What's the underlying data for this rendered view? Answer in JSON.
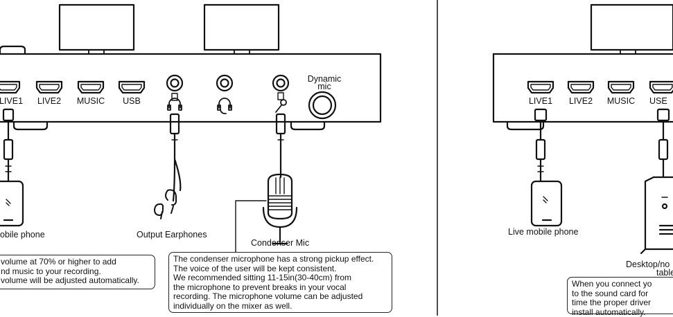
{
  "left_panel": {
    "ports": [
      "LIVE1",
      "LIVE2",
      "MUSIC",
      "USB"
    ],
    "dynamic_mic_label": [
      "Dynamic",
      "mic"
    ],
    "devices": {
      "mobile_phone": "obile phone",
      "earphones": "Output Earphones",
      "condenser_mic": "Condenser Mic"
    },
    "note_left": [
      "volume at 70% or higher to add",
      "nd music to your recording.",
      "volume will be adjusted automatically."
    ],
    "note_condenser": [
      "The condenser microphone has a strong pickup effect.",
      "The voice of the user will be kept consistent.",
      "We recommended sitting 11-15in(30-40cm) from",
      "the microphone to prevent breaks in your vocal",
      "recording. The microphone volume can be adjusted",
      "individually on the mixer as well."
    ]
  },
  "right_panel": {
    "ports": [
      "LIVE1",
      "LIVE2",
      "MUSIC",
      "USE"
    ],
    "devices": {
      "mobile_phone": "Live mobile phone",
      "computer": [
        "Desktop/no",
        "table"
      ]
    },
    "note": [
      "When you connect yo",
      "to the sound card  for",
      "time the proper driver",
      "install automatically."
    ]
  }
}
